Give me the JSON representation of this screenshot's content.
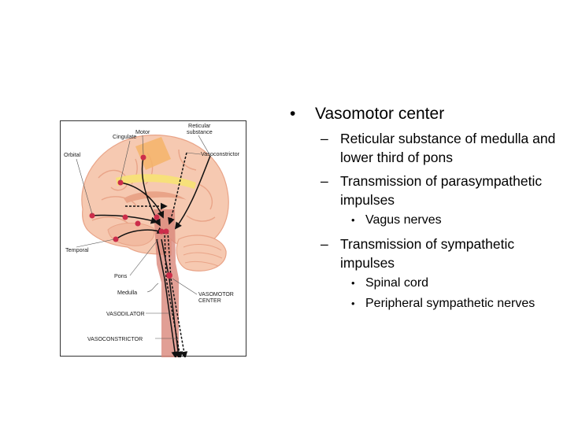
{
  "figure": {
    "labels": {
      "cingulate": "Cingulate",
      "motor": "Motor",
      "reticular_1": "Reticular",
      "reticular_2": "substance",
      "orbital": "Orbital",
      "vasoconstrictor_upper": "Vasoconstrictor",
      "temporal": "Temporal",
      "pons": "Pons",
      "medulla": "Medulla",
      "vasomotor_1": "VASOMOTOR",
      "vasomotor_2": "CENTER",
      "vasodilator": "VASODILATOR",
      "vasoconstrictor": "VASOCONSTRICTOR"
    },
    "colors": {
      "brain": "#f6c9b1",
      "brain_dark": "#e9a488",
      "motor_area": "#f4b46a",
      "yellow_band": "#f7e07a",
      "brainstem": "#d9877a",
      "nucleus": "#cc2d4a"
    }
  },
  "bullets": {
    "main": "Vasomotor center",
    "sub1": "Reticular substance of medulla and lower third of pons",
    "sub2": "Transmission of parasympathetic impulses",
    "sub2_items": [
      "Vagus nerves"
    ],
    "sub3": "Transmission of sympathetic impulses",
    "sub3_items": [
      "Spinal cord",
      "Peripheral sympathetic nerves"
    ],
    "bullet_glyph": "•",
    "dash_glyph": "–"
  }
}
